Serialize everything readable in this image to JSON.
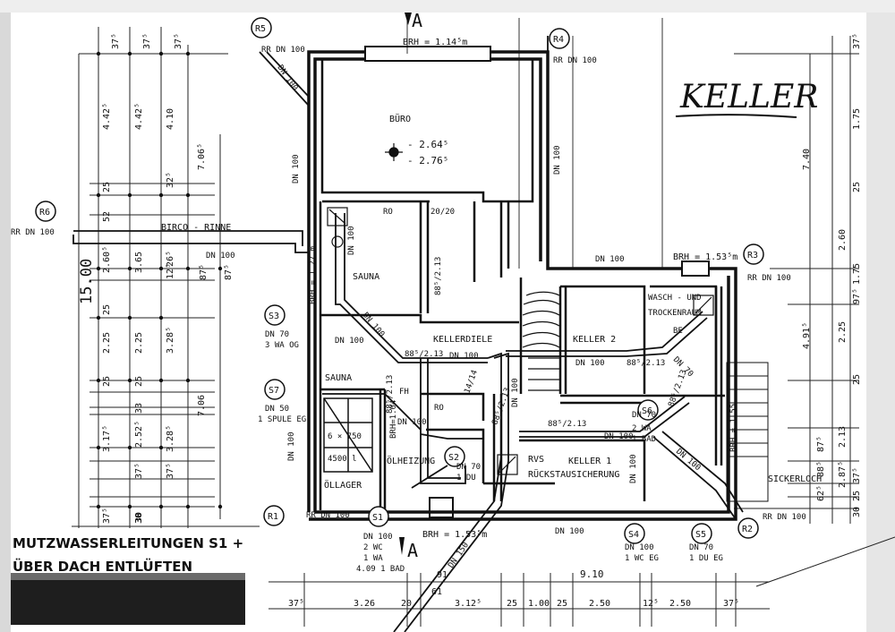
{
  "plan": {
    "title": "KELLER",
    "section_mark": "A",
    "rooms": {
      "buero": "BÜRO",
      "sauna_upper": "SAUNA",
      "sauna_lower": "SAUNA",
      "kellerdiele": "KELLERDIELE",
      "keller2": "KELLER 2",
      "keller1": "KELLER 1",
      "wasch_1": "WASCH - UND",
      "wasch_2": "TROCKENRAUM",
      "oelheizung": "ÖLHEIZUNG",
      "oellager": "ÖLLAGER",
      "rvs": "RVS",
      "rueckstau": "RÜCKSTAUSICHERUNG",
      "sickerloch": "SICKERLOCH",
      "birco": "BIRCO - RINNE",
      "be": "BE",
      "fh": "FH",
      "ro1": "RO",
      "ro2": "RO",
      "vent": "20/20"
    },
    "tank": {
      "r1": "6 × 750",
      "r2": "4500 l"
    },
    "notes": {
      "l1": "MUTZWASSERLEITUNGEN S1 +",
      "l2": "ÜBER DACH ENTLÜFTEN"
    },
    "levels": {
      "brh_top": "BRH = 1.14⁵m",
      "brh_r3": "BRH = 1.53⁵m",
      "brh_s1": "BRH = 1.53⁵m",
      "brh_left": "BRH = 1.27 m",
      "brh_104": "BRH=1.04",
      "brh_right": "BRH = 1.55",
      "lvl1": "- 2.64⁵",
      "lvl2": "- 2.76⁵"
    },
    "points": {
      "r1": "R1",
      "r2": "R2",
      "r3": "R3",
      "r4": "R4",
      "r5": "R5",
      "r6": "R6",
      "s1": "S1",
      "s2": "S2",
      "s3": "S3",
      "s4": "S4",
      "s5": "S5",
      "s6": "S6",
      "s7": "S7"
    },
    "pipes": {
      "rr_r5": "RR DN 100",
      "rr_r4": "RR DN 100",
      "rr_r6": "RR DN 100",
      "rr_r3": "RR DN 100",
      "rr_r1": "RR DN 100",
      "rr_r2": "RR DN 100",
      "dn100_a": "DN 100",
      "dn100_b": "DN 100",
      "dn100_c": "DN 100",
      "dn100_d": "DN 100",
      "dn100_e": "DN 100",
      "dn100_f": "DN 100",
      "dn100_g": "DN 100",
      "dn100_h": "DN 100",
      "dn100_i": "DN 100",
      "dn100_j": "DN 100",
      "dn100_k": "DN 100",
      "dn100_l": "DN 100",
      "dn100_m": "DN 100",
      "dn100_n": "DN 100",
      "dn100_o": "DN 100",
      "dn100_p": "DN 100",
      "dn100_q": "DN 100",
      "dn70_a": "DN 70",
      "dn70_b": "DN 70",
      "dn150": "DN 150",
      "s3_1": "DN 70",
      "s3_2": "3 WA OG",
      "s7_1": "DN 50",
      "s7_2": "1 SPULE EG",
      "s1_1": "DN 100",
      "s1_2": "2 WC",
      "s1_3": "1 WA",
      "s1_4": "4.09 1 BAD",
      "s2_1": "DN 70",
      "s2_2": "1 DU",
      "s6_1": "2 WA",
      "s6_2": "1 BAD",
      "s4_1": "DN 100",
      "s4_2": "1 WC EG",
      "s5_1": "DN 70",
      "s5_2": "1 DU EG",
      "sl_1": "88⁵/2.13",
      "sl_2": "88⁵/2.13",
      "sl_3": "88⁵/2.13",
      "sl_4": "88⁵/2.13",
      "sl_5": "88⁵/2.13",
      "sl_6": "88⁵/2.13",
      "sl_7": "88⁵/2.13",
      "sl_8": "14/14"
    },
    "dims": {
      "overall_left": "15.00",
      "bottom_total": "9.10",
      "top": [
        "37⁵",
        "37⁵",
        "37⁵"
      ],
      "left_a": [
        "4.42⁵",
        "2.60⁵",
        "2.25",
        "3.17⁵",
        "37⁵"
      ],
      "left_b": [
        "4.42⁵",
        "3.65",
        "2.25",
        "2.52⁵",
        "30"
      ],
      "left_c": [
        "4.10",
        "3.28⁵",
        "3.28⁵"
      ],
      "left_d": [
        "7.06⁵",
        "7.06"
      ],
      "left_small": [
        "25",
        "52",
        "25",
        "25",
        "25",
        "33",
        "37⁵",
        "32⁵",
        "12⁵",
        "87⁵",
        "87⁵",
        "26⁵",
        "37⁵",
        "30"
      ],
      "bottom": [
        "37⁵",
        "3.26",
        "20",
        "3.12⁵",
        "25",
        "1.00",
        "25",
        "2.50",
        "12⁵",
        "2.50",
        "37⁵"
      ],
      "bottom_small": [
        "61",
        "91"
      ],
      "right_a": [
        "7.40",
        "4.91⁵",
        "87⁵",
        "88⁵",
        "62⁵"
      ],
      "right_b": [
        "2.60",
        "2.25",
        "2.13",
        "2.87⁵"
      ],
      "right_c": [
        "37⁵",
        "1.75",
        "25",
        "1.75",
        "97⁵",
        "25",
        "37⁵",
        "25",
        "30"
      ]
    }
  }
}
